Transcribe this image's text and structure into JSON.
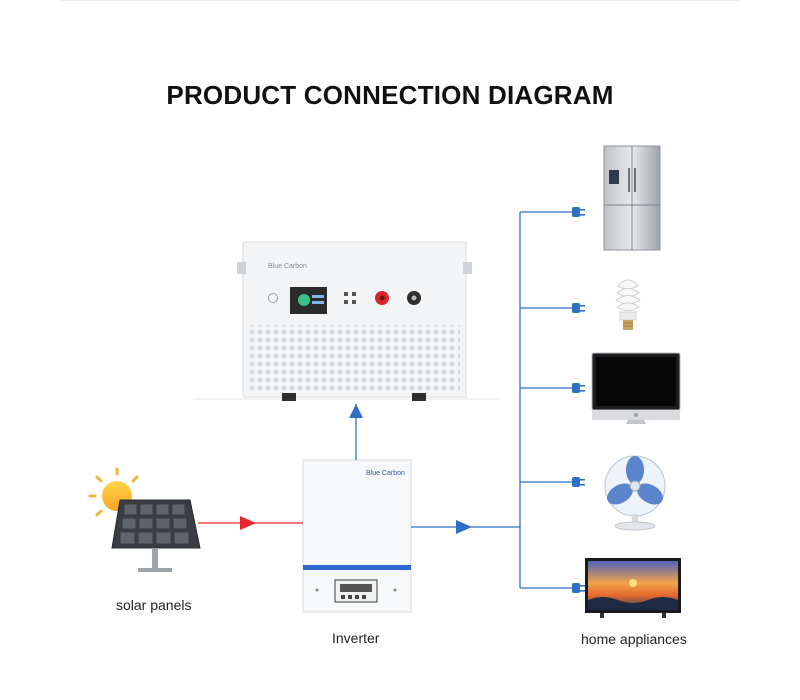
{
  "title": "PRODUCT CONNECTION DIAGRAM",
  "labels": {
    "solar": "solar panels",
    "inverter": "Inverter",
    "home": "home appliances"
  },
  "brand": "Blue Carbon",
  "colors": {
    "dc_line": "#e8262c",
    "ac_line": "#2f6fc6"
  },
  "appliances": [
    "refrigerator",
    "light-bulb",
    "computer-monitor",
    "electric-fan",
    "television"
  ]
}
